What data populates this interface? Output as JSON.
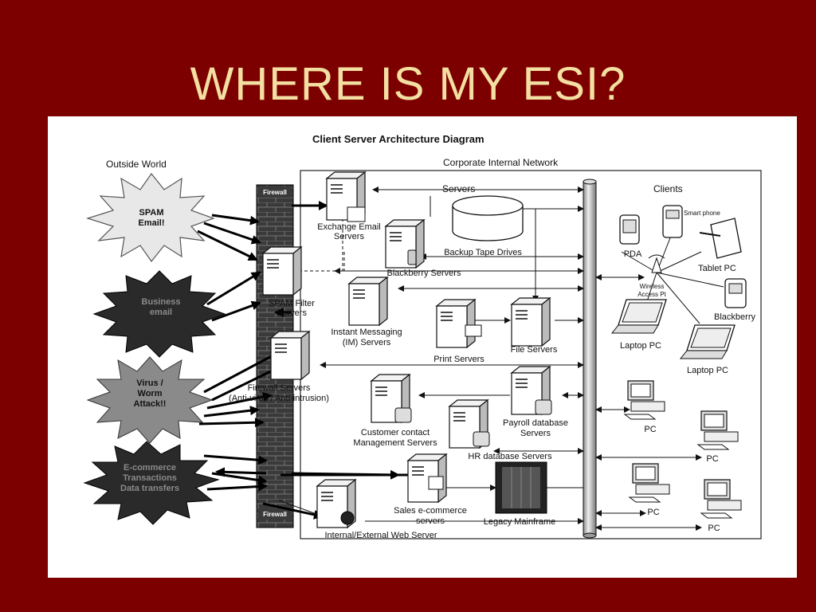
{
  "slide": {
    "title": "WHERE IS MY ESI?",
    "background_color": "#7d0000",
    "title_color": "#f3dfa2"
  },
  "diagram": {
    "title": "Client Server Architecture Diagram",
    "outside_label": "Outside World",
    "network_label": "Corporate Internal Network",
    "servers_label": "Servers",
    "clients_label": "Clients",
    "firewall_top": "Firewall",
    "firewall_bottom": "Firewall",
    "threats": {
      "spam": [
        "SPAM",
        "Email!"
      ],
      "business": [
        "Business",
        "email"
      ],
      "virus": [
        "Virus /",
        "Worm",
        "Attack!!"
      ],
      "ecommerce": [
        "E-commerce",
        "Transactions",
        "Data transfers"
      ]
    },
    "servers": {
      "exchange": [
        "Exchange Email",
        "Servers"
      ],
      "backup": "Backup Tape Drives",
      "blackberry": "Blackberry Servers",
      "spam_filter": [
        "SPAM Filter",
        "Servers"
      ],
      "im": [
        "Instant Messaging",
        "(IM) Servers"
      ],
      "print": "Print Servers",
      "file": "File Servers",
      "firewall": [
        "Firewall Servers",
        "(Anti-virus / Anti-intrusion)"
      ],
      "crm": [
        "Customer contact",
        "Management Servers"
      ],
      "payroll": [
        "Payroll database",
        "Servers"
      ],
      "hr": "HR database Servers",
      "sales": [
        "Sales e-commerce",
        "servers"
      ],
      "legacy": "Legacy Mainframe",
      "web": "Internal/External Web Server"
    },
    "clients": {
      "pda": "PDA",
      "smart_phone": "Smart phone",
      "tablet": "Tablet PC",
      "wireless": [
        "Wireless",
        "Access Pt"
      ],
      "blackberry": "Blackberry",
      "laptop1": "Laptop PC",
      "laptop2": "Laptop PC",
      "pc1": "PC",
      "pc2": "PC",
      "pc3": "PC",
      "pc4": "PC"
    }
  }
}
